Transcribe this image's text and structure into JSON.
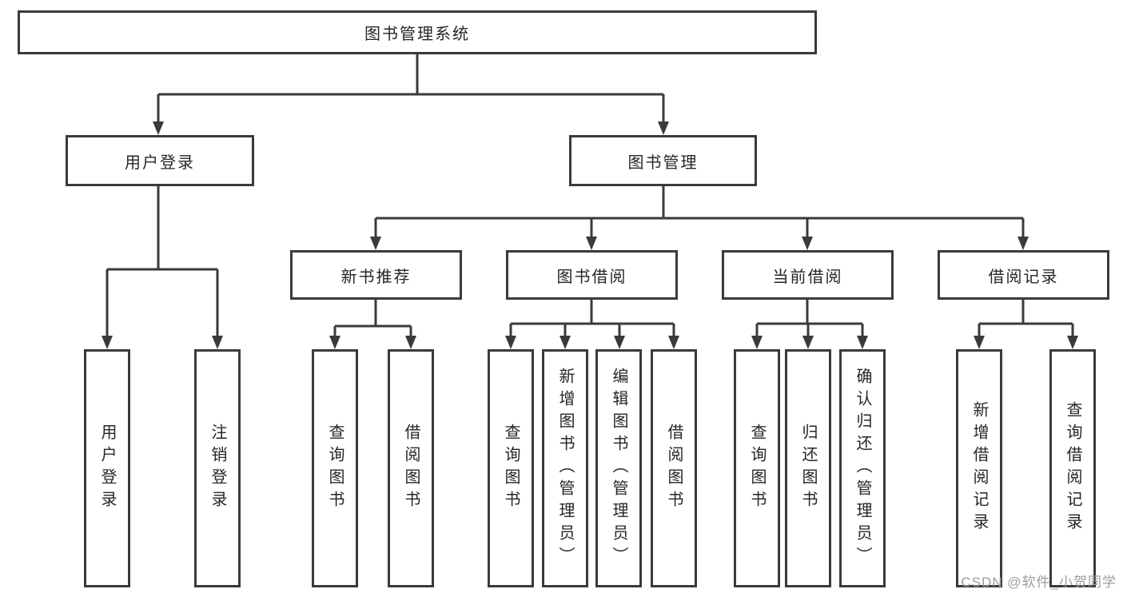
{
  "colors": {
    "line": "#3a3a3a",
    "text": "#262626",
    "background": "#ffffff",
    "watermark": "#9c9c9c"
  },
  "watermark": "CSDN @软件_小贺同学",
  "diagram": {
    "root": {
      "label": "图书管理系统",
      "children": [
        {
          "label": "用户登录",
          "children": [
            {
              "label": "用户登录"
            },
            {
              "label": "注销登录"
            }
          ]
        },
        {
          "label": "图书管理",
          "children": [
            {
              "label": "新书推荐",
              "children": [
                {
                  "label": "查询图书"
                },
                {
                  "label": "借阅图书"
                }
              ]
            },
            {
              "label": "图书借阅",
              "children": [
                {
                  "label": "查询图书"
                },
                {
                  "label": "新增图书（管理员）"
                },
                {
                  "label": "编辑图书（管理员）"
                },
                {
                  "label": "借阅图书"
                }
              ]
            },
            {
              "label": "当前借阅",
              "children": [
                {
                  "label": "查询图书"
                },
                {
                  "label": "归还图书"
                },
                {
                  "label": "确认归还（管理员）"
                }
              ]
            },
            {
              "label": "借阅记录",
              "children": [
                {
                  "label": "新增借阅记录"
                },
                {
                  "label": "查询借阅记录"
                }
              ]
            }
          ]
        }
      ]
    }
  }
}
